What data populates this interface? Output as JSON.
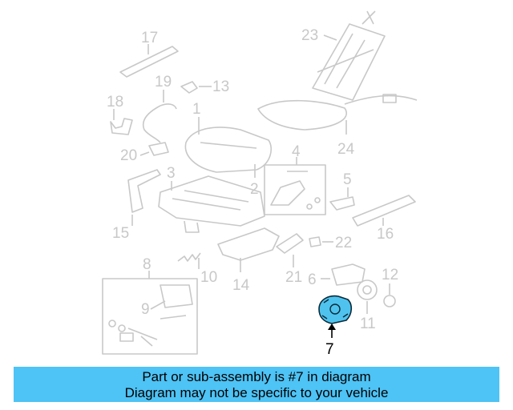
{
  "diagram": {
    "callouts": {
      "c1": "1",
      "c2": "2",
      "c3": "3",
      "c4": "4",
      "c5": "5",
      "c6": "6",
      "c7": "7",
      "c8": "8",
      "c9": "9",
      "c10": "10",
      "c11": "11",
      "c12": "12",
      "c13": "13",
      "c14": "14",
      "c15": "15",
      "c16": "16",
      "c17": "17",
      "c18": "18",
      "c19": "19",
      "c20": "20",
      "c21": "21",
      "c22": "22",
      "c23": "23",
      "c24": "24"
    },
    "highlighted_part": "7",
    "colors": {
      "highlight": "#4fc3ee",
      "banner": "#4ec3f5",
      "linework": "#c8c8c8"
    }
  },
  "banner": {
    "line1": "Part or sub-assembly is #7 in diagram",
    "line2": "Diagram may not be specific to your vehicle"
  }
}
